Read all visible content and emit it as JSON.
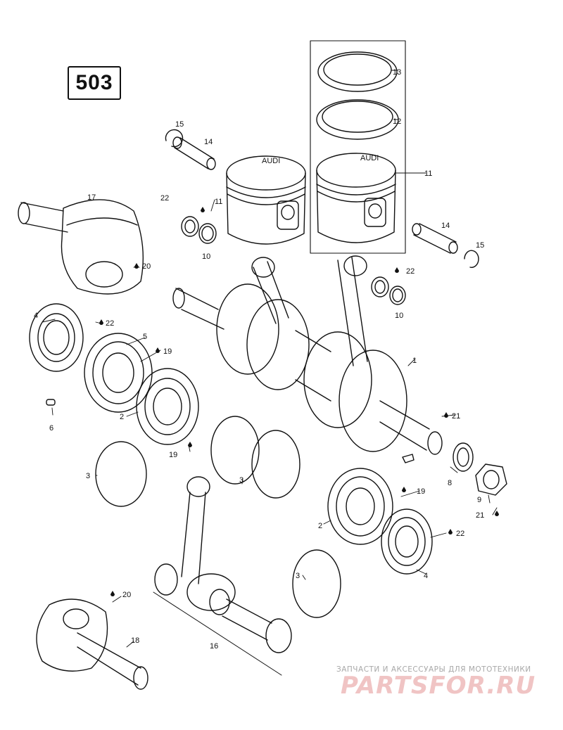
{
  "page_number": "503",
  "callouts": {
    "c1": "1",
    "c2": "2",
    "c3": "3",
    "c4": "4",
    "c5": "5",
    "c6": "6",
    "c8": "8",
    "c9": "9",
    "c10": "10",
    "c11": "11",
    "c12": "12",
    "c13": "13",
    "c14": "14",
    "c15": "15",
    "c16": "16",
    "c17": "17",
    "c18": "18",
    "c19": "19",
    "c20": "20",
    "c21": "21",
    "c22": "22"
  },
  "piston_marking": "AUDI",
  "watermark": {
    "tagline": "ЗАПЧАСТИ И АКСЕССУАРЫ ДЛЯ МОТОТЕХНИКИ",
    "logo": "PARTSFOR.RU"
  },
  "colors": {
    "line": "#111111",
    "watermark_text": "#a8a8a8",
    "watermark_logo": "#f0c4c4"
  }
}
